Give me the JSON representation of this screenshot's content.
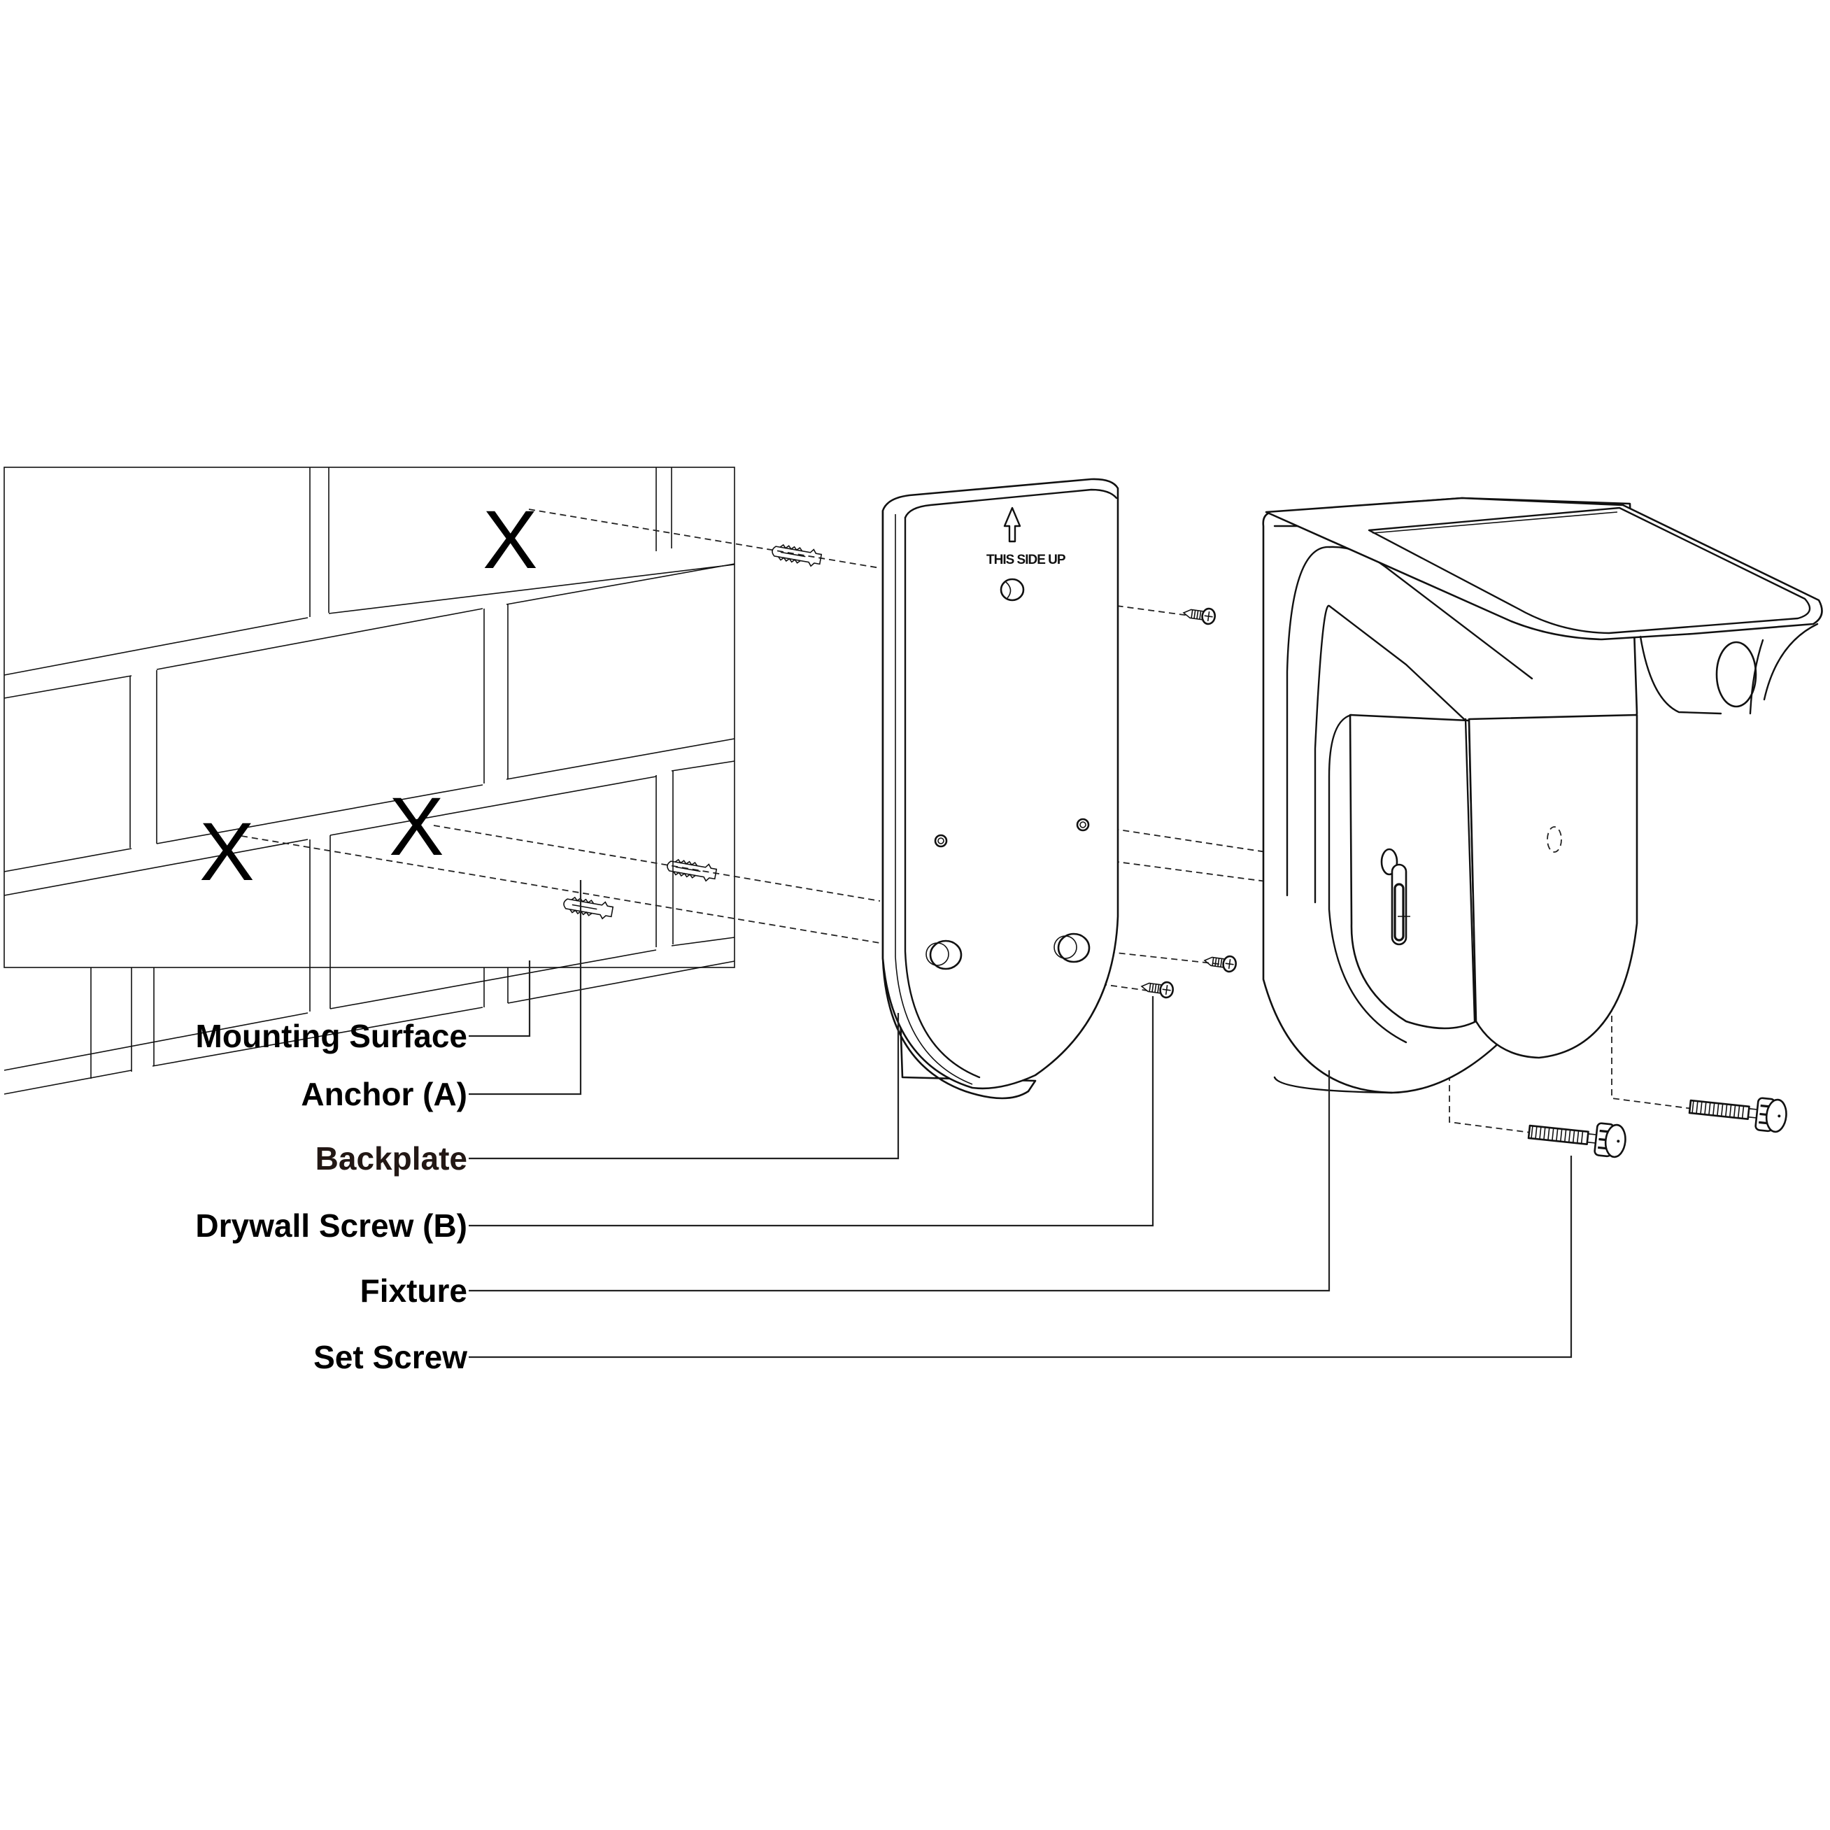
{
  "diagram": {
    "type": "exploded-installation-diagram",
    "background": "#ffffff",
    "line_color": "#111111",
    "labels": [
      {
        "id": "mounting-surface",
        "text": "Mounting Surface"
      },
      {
        "id": "anchor",
        "text": "Anchor (A)"
      },
      {
        "id": "backplate",
        "text": "Backplate"
      },
      {
        "id": "drywall-screw",
        "text": "Drywall Screw (B)"
      },
      {
        "id": "fixture",
        "text": "Fixture"
      },
      {
        "id": "set-screw",
        "text": "Set Screw"
      }
    ],
    "wall": {
      "drill_marks": [
        "X",
        "X",
        "X"
      ]
    },
    "backplate": {
      "orientation_note": "THIS SIDE UP"
    }
  }
}
